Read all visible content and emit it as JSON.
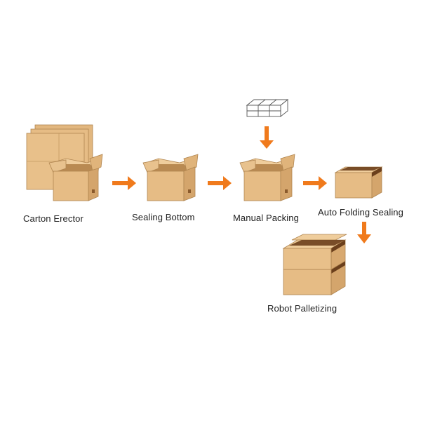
{
  "colors": {
    "background": "#ffffff",
    "arrow": "#f07a1c",
    "box_front": "#e6bc85",
    "box_side": "#d4a56c",
    "box_top": "#efcd9c",
    "box_inner": "#b98a52",
    "box_edge": "#b08550",
    "tape": "#6b3f1c",
    "wire": "#555555"
  },
  "steps": [
    {
      "id": "carton-erector",
      "label": "Carton Erector"
    },
    {
      "id": "sealing-bottom",
      "label": "Sealing Bottom"
    },
    {
      "id": "manual-packing",
      "label": "Manual Packing"
    },
    {
      "id": "auto-folding-sealing",
      "label": "Auto Folding Sealing"
    },
    {
      "id": "robot-palletizing",
      "label": "Robot Palletizing"
    }
  ],
  "icons": {
    "product_stack": "product-stack-icon",
    "flow_arrow": "arrow-right-icon",
    "drop_arrow": "arrow-down-icon"
  }
}
